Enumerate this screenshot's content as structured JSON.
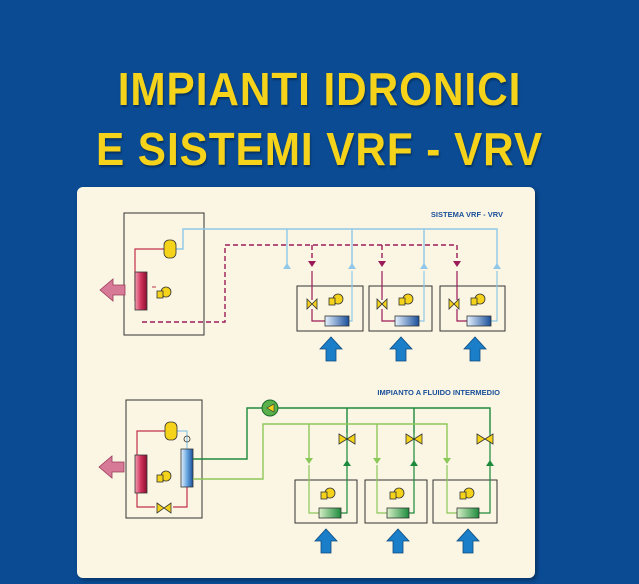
{
  "title": {
    "line1": "IMPIANTI IDRONICI",
    "line2": "E SISTEMI VRF - VRV"
  },
  "diagram": {
    "vrf_label": "SISTEMA VRF - VRV",
    "hydronic_label": "IMPIANTO A FLUIDO INTERMEDIO"
  },
  "colors": {
    "background": "#0a4b94",
    "title": "#f5d31a",
    "panel": "#fbf6e3",
    "refrigerant_liquid": "#9b1b5a",
    "refrigerant_gas": "#8fc8e8",
    "water_supply": "#1c8a3c",
    "water_return": "#8cc75a",
    "air_arrow": "#1a7fc8",
    "heat_arrow": "#d77a98"
  },
  "icons": [
    "compressor-icon",
    "fan-icon",
    "valve-icon",
    "pump-icon",
    "arrow-icon"
  ]
}
